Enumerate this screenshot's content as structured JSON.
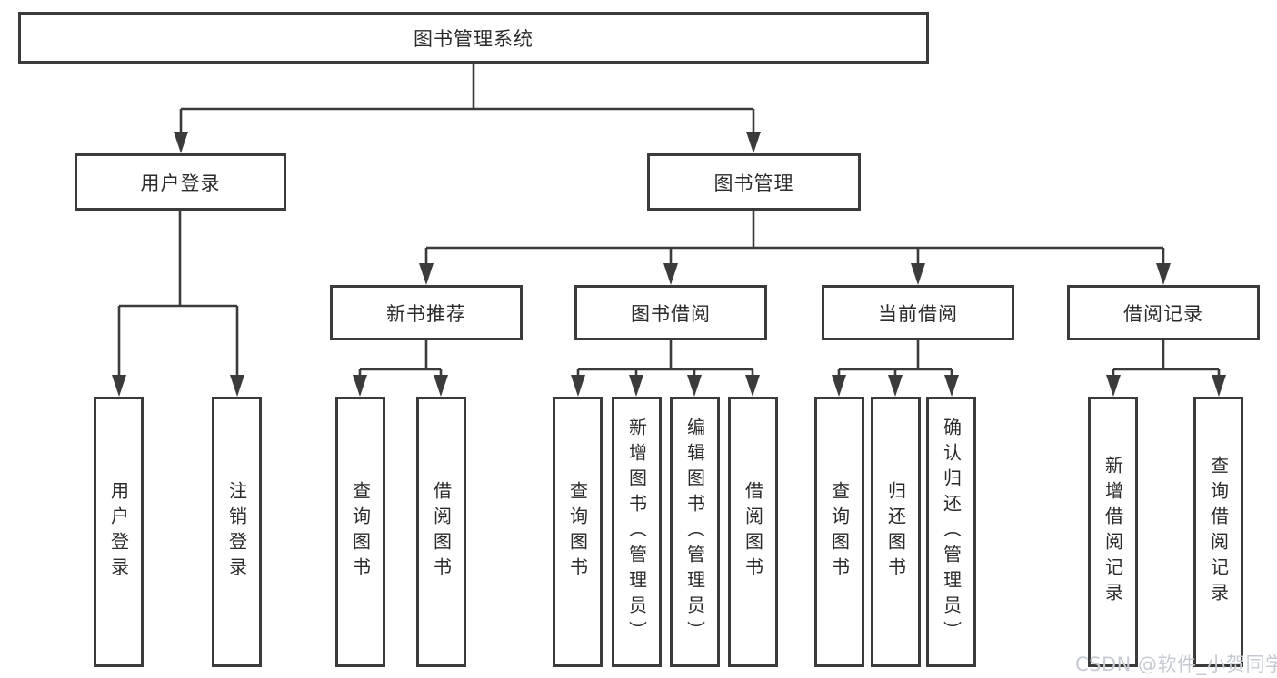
{
  "tree": {
    "root": {
      "label": "图书管理系统"
    },
    "branches": [
      {
        "label": "用户登录",
        "children": [
          {
            "label": "用户登录"
          },
          {
            "label": "注销登录"
          }
        ]
      },
      {
        "label": "图书管理",
        "children": [
          {
            "label": "新书推荐",
            "children": [
              {
                "label": "查询图书"
              },
              {
                "label": "借阅图书"
              }
            ]
          },
          {
            "label": "图书借阅",
            "children": [
              {
                "label": "查询图书"
              },
              {
                "label": "新增图书（管理员）"
              },
              {
                "label": "编辑图书（管理员）"
              },
              {
                "label": "借阅图书"
              }
            ]
          },
          {
            "label": "当前借阅",
            "children": [
              {
                "label": "查询图书"
              },
              {
                "label": "归还图书"
              },
              {
                "label": "确认归还（管理员）"
              }
            ]
          },
          {
            "label": "借阅记录",
            "children": [
              {
                "label": "新增借阅记录"
              },
              {
                "label": "查询借阅记录"
              }
            ]
          }
        ]
      }
    ]
  },
  "watermark": {
    "text": "CSDN @软件_小贺同学"
  },
  "colors": {
    "line": "#3b3b3b",
    "box_border": "#3b3b3b",
    "text": "#2b2b2b",
    "watermark": "#c6cbd3",
    "background": "#ffffff"
  }
}
